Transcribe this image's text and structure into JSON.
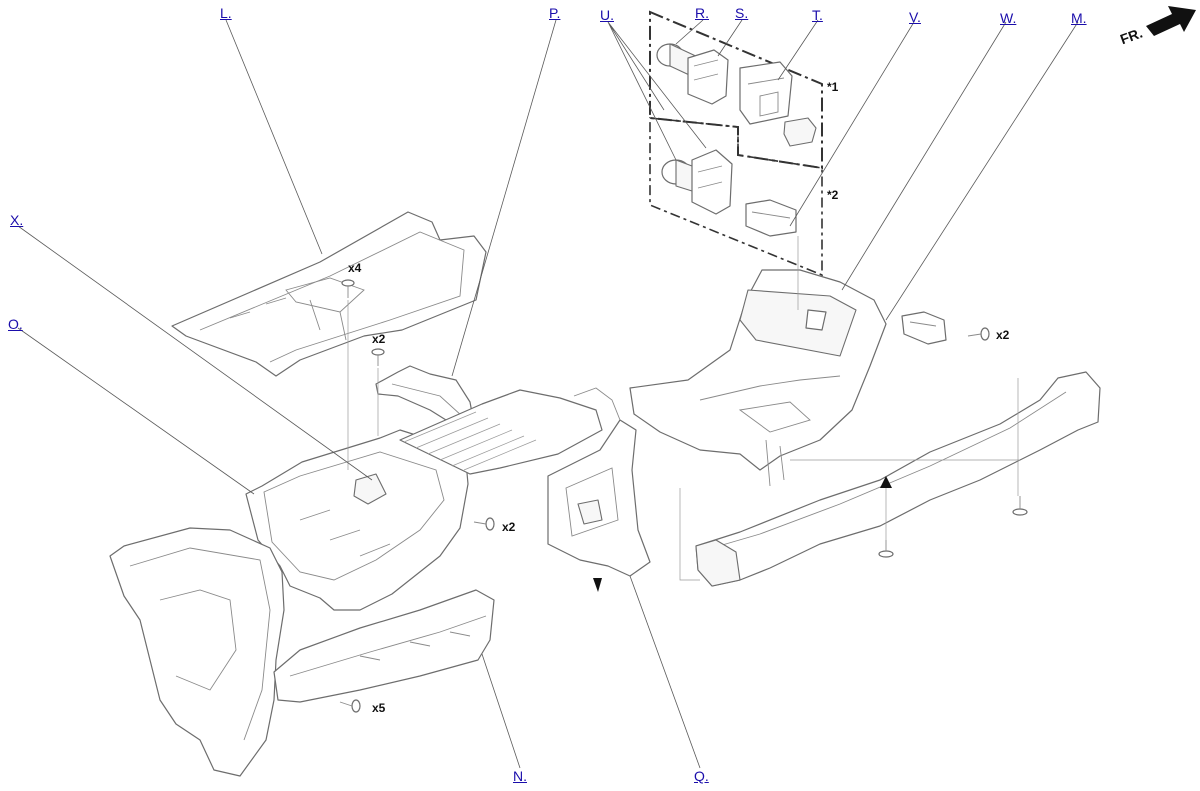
{
  "callouts": {
    "L": "L.",
    "P": "P.",
    "U": "U.",
    "R": "R.",
    "S": "S.",
    "T": "T.",
    "V": "V.",
    "W": "W.",
    "M": "M.",
    "X": "X.",
    "O": "O.",
    "N": "N.",
    "Q": "Q."
  },
  "quantities": {
    "q_x4": "x4",
    "q_x2_top": "x2",
    "q_x2_right": "x2",
    "q_x2_mid": "x2",
    "q_x5": "x5"
  },
  "notes": {
    "n1": "*1",
    "n2": "*2"
  },
  "direction": {
    "label": "FR.",
    "icon": "front-direction-arrow-icon"
  }
}
